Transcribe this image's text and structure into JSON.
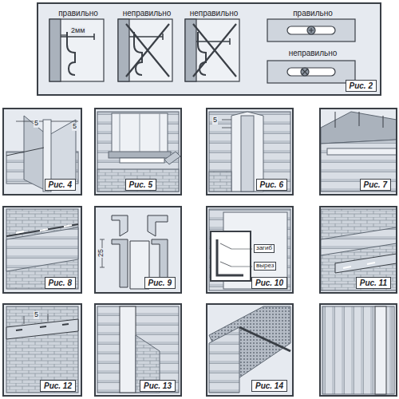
{
  "diagram": {
    "nodes": [
      {
        "text": [
          "правильно",
          "неправильно",
          "неправильно",
          "правильно",
          "неправильно",
          "Рис. 2"
        ]
      },
      {
        "text": [
          "Рис. 4"
        ]
      },
      {
        "text": [
          "Рис. 5"
        ]
      },
      {
        "text": [
          "Рис. 6"
        ]
      },
      {
        "text": [
          "Рис. 7"
        ]
      },
      {
        "text": [
          "Рис. 8"
        ]
      },
      {
        "text": [
          "Рис. 9"
        ]
      },
      {
        "text": [
          "Рис. 10"
        ]
      },
      {
        "text": [
          "Рис. 11"
        ]
      },
      {
        "text": [
          "Рис. 12"
        ]
      },
      {
        "text": [
          "Рис. 13"
        ]
      },
      {
        "text": [
          "Рис. 14"
        ]
      }
    ],
    "labels": [
      "2мм",
      "5",
      "5",
      "5",
      "25",
      "загиб",
      "вырез",
      "5"
    ]
  }
}
